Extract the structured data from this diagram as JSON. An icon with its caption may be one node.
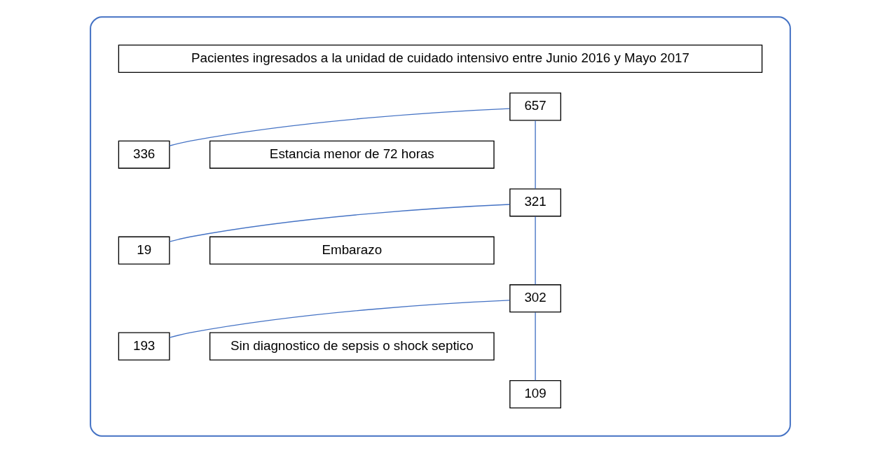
{
  "diagram": {
    "nodes": [
      {
        "text": [],
        "shape": "box"
      },
      {
        "text": [
          "Pacientes ingresados a la unidad de cuidado intensivo entre Junio 2016 y Mayo 2017"
        ],
        "in": 0
      },
      {
        "text": [
          "657"
        ],
        "in": 0
      },
      {
        "text": [
          "336"
        ],
        "in": 0
      },
      {
        "text": [
          "Estancia menor de 72 horas"
        ],
        "in": 0
      },
      {
        "text": [
          "321"
        ],
        "in": 0
      },
      {
        "text": [
          "19"
        ],
        "in": 0
      },
      {
        "text": [
          "Embarazo"
        ],
        "in": 0
      },
      {
        "text": [
          "302"
        ],
        "in": 0
      },
      {
        "text": [
          "193"
        ],
        "in": 0
      },
      {
        "text": [
          "Sin diagnostico de sepsis o shock septico"
        ],
        "in": 0
      },
      {
        "text": [
          "109"
        ],
        "in": 0
      }
    ],
    "edges": [
      {
        "from": 2,
        "to": 5,
        "arrow": "none"
      },
      {
        "from": 2,
        "to": 3,
        "arrow": "none"
      },
      {
        "from": 5,
        "to": 8,
        "arrow": "none"
      },
      {
        "from": 5,
        "to": 6,
        "arrow": "none"
      },
      {
        "from": 8,
        "to": 11,
        "arrow": "none"
      },
      {
        "from": 8,
        "to": 9,
        "arrow": "none"
      }
    ]
  }
}
